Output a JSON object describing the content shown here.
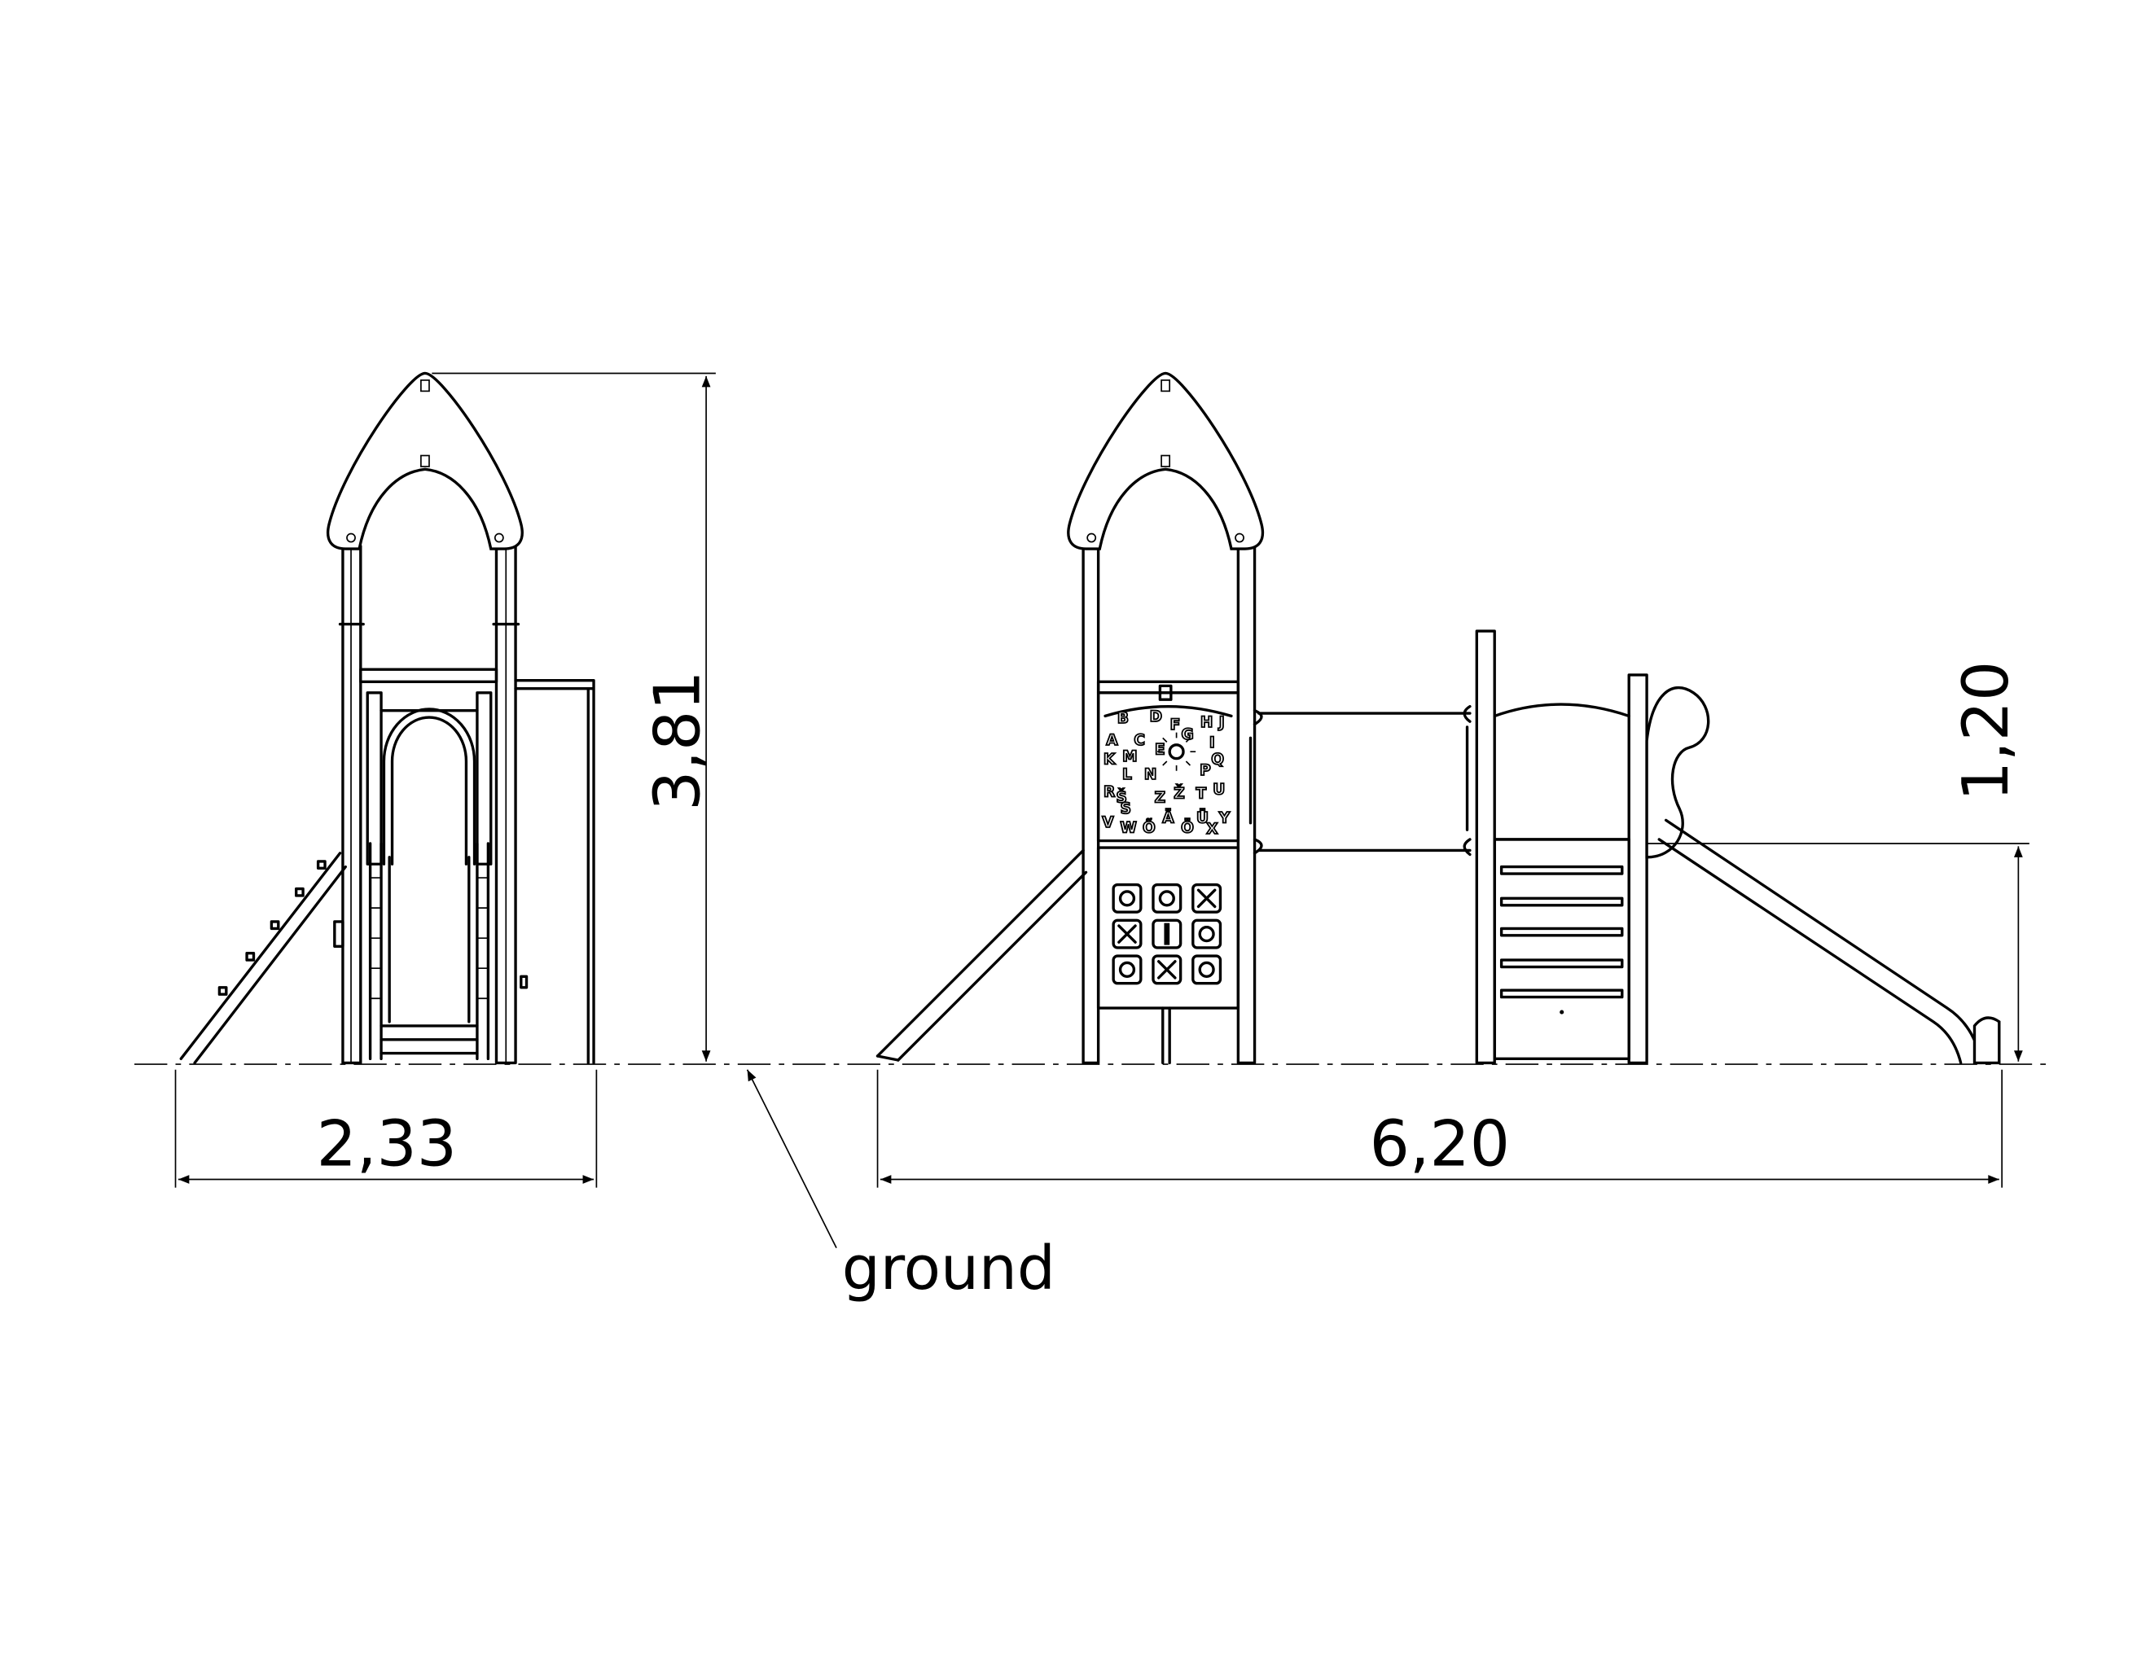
{
  "drawing": {
    "dimensions": {
      "side_width": "2,33",
      "front_width": "6,20",
      "total_height": "3,81",
      "platform_height": "1,20"
    },
    "labels": {
      "ground": "ground"
    },
    "abc_panel_letters": [
      "A",
      "B",
      "C",
      "D",
      "E",
      "F",
      "G",
      "H",
      "I",
      "J",
      "K",
      "M",
      "L",
      "N",
      "Q",
      "P",
      "R",
      "Š",
      "Z",
      "Ž",
      "T",
      "U",
      "S",
      "V",
      "W",
      "Õ",
      "Ä",
      "Ö",
      "Ü",
      "X",
      "Y"
    ],
    "game_panel_symbols": [
      "O",
      "O",
      "X",
      "X",
      "|",
      "O",
      "O",
      "X",
      "O"
    ]
  }
}
